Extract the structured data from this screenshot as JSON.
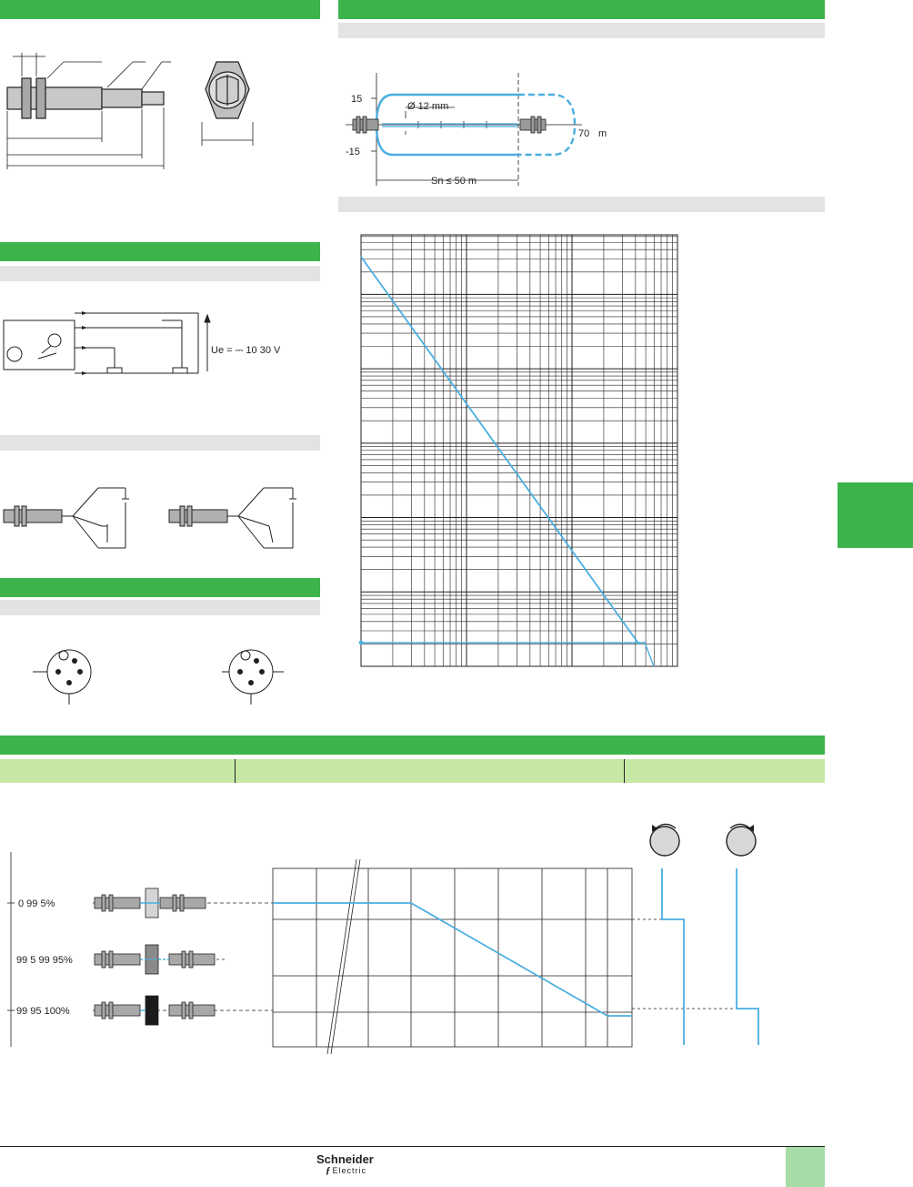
{
  "colors": {
    "header_green": "#3cb44b",
    "light_green": "#c6e8a4",
    "grey": "#e3e3e3",
    "curve_blue": "#4aaee0",
    "side_tab_green": "#3cb44b",
    "footer_tab_green": "#a6dca6"
  },
  "detection_zone": {
    "y_plus": "15",
    "y_minus": "-15",
    "diameter": "Ø 12 mm",
    "distance_end": "70",
    "unit": "m",
    "range": "Sn ≤ 50 m"
  },
  "wiring": {
    "supply": "Ue = ⎓ 10   30 V"
  },
  "opacity": {
    "rows": [
      {
        "label": "0   99 5%"
      },
      {
        "label": "99 5   99 95%"
      },
      {
        "label": "99 95   100%"
      }
    ]
  },
  "footer": {
    "brand_line1": "Schneider",
    "brand_line2": "Electric"
  },
  "icons": {
    "potentiometer": "knob-icon",
    "photo_sensor": "photoelectric-icon",
    "switch": "switch-icon"
  },
  "chart_data": {
    "type": "line",
    "xscale": "log",
    "yscale": "log",
    "grid": true,
    "series": [
      {
        "x": [
          0.0,
          1.0
        ],
        "y": [
          1.0,
          0.0
        ]
      }
    ]
  }
}
